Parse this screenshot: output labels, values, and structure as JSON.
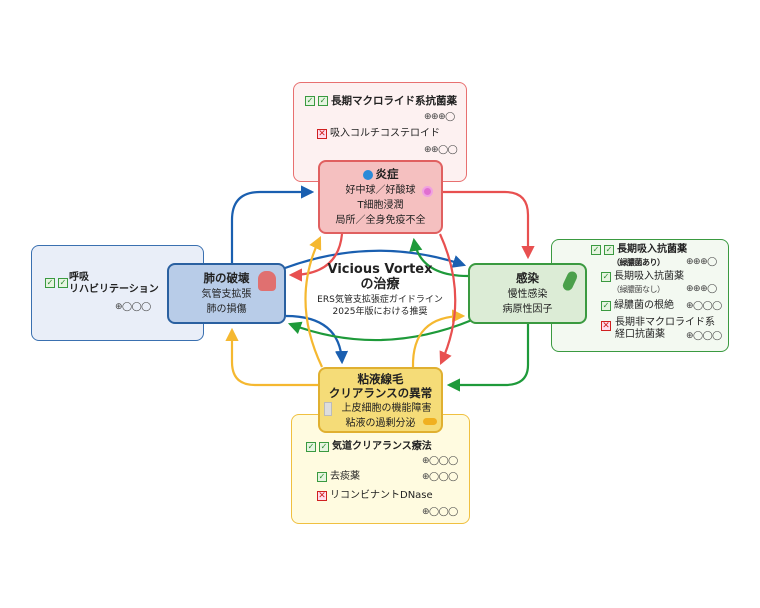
{
  "center": {
    "title1": "Vicious Vortex",
    "title2": "の治療",
    "sub1": "ERS気管支拡張症ガイドライン",
    "sub2": "2025年版における推奨"
  },
  "nodes": {
    "inflammation": {
      "title": "炎症",
      "lines": [
        "好中球／好酸球",
        "T細胞浸潤",
        "局所／全身免疫不全"
      ]
    },
    "lung": {
      "title": "肺の破壊",
      "lines": [
        "気管支拡張",
        "肺の損傷"
      ]
    },
    "infection": {
      "title": "感染",
      "lines": [
        "慢性感染",
        "病原性因子"
      ]
    },
    "mucus": {
      "title1": "粘液線毛",
      "title2": "クリアランスの異常",
      "lines": [
        "上皮細胞の機能障害",
        "粘液の過剰分泌"
      ]
    }
  },
  "recs": {
    "top": [
      {
        "mark": "double-check",
        "label": "長期マクロライド系抗菌薬",
        "evidence": "⊕⊕⊕◯"
      },
      {
        "mark": "cross",
        "label": "吸入コルチコステロイド",
        "evidence": "⊕⊕◯◯"
      }
    ],
    "left": [
      {
        "mark": "double-check",
        "label1": "呼吸",
        "label2": "リハビリテーション",
        "evidence": "⊕◯◯◯"
      }
    ],
    "right": [
      {
        "mark": "double-check",
        "label": "長期吸入抗菌薬",
        "sub": "（緑膿菌あり）",
        "evidence": "⊕⊕⊕◯"
      },
      {
        "mark": "check",
        "label": "長期吸入抗菌薬",
        "sub": "（緑膿菌なし）",
        "evidence": "⊕⊕⊕◯"
      },
      {
        "mark": "check",
        "label": "緑膿菌の根絶",
        "evidence": "⊕◯◯◯"
      },
      {
        "mark": "cross",
        "label1": "長期非マクロライド系",
        "label2": "経口抗菌薬",
        "evidence": "⊕◯◯◯"
      }
    ],
    "bottom": [
      {
        "mark": "double-check",
        "label": "気道クリアランス療法",
        "evidence": "⊕◯◯◯"
      },
      {
        "mark": "check",
        "label": "去痰薬",
        "evidence": "⊕◯◯◯"
      },
      {
        "mark": "cross",
        "label": "リコンビナントDNase",
        "evidence": "⊕◯◯◯"
      }
    ]
  },
  "colors": {
    "blue": "#1a5fb0",
    "red": "#e85050",
    "green": "#1e9a3a",
    "yellow": "#f5b830"
  }
}
